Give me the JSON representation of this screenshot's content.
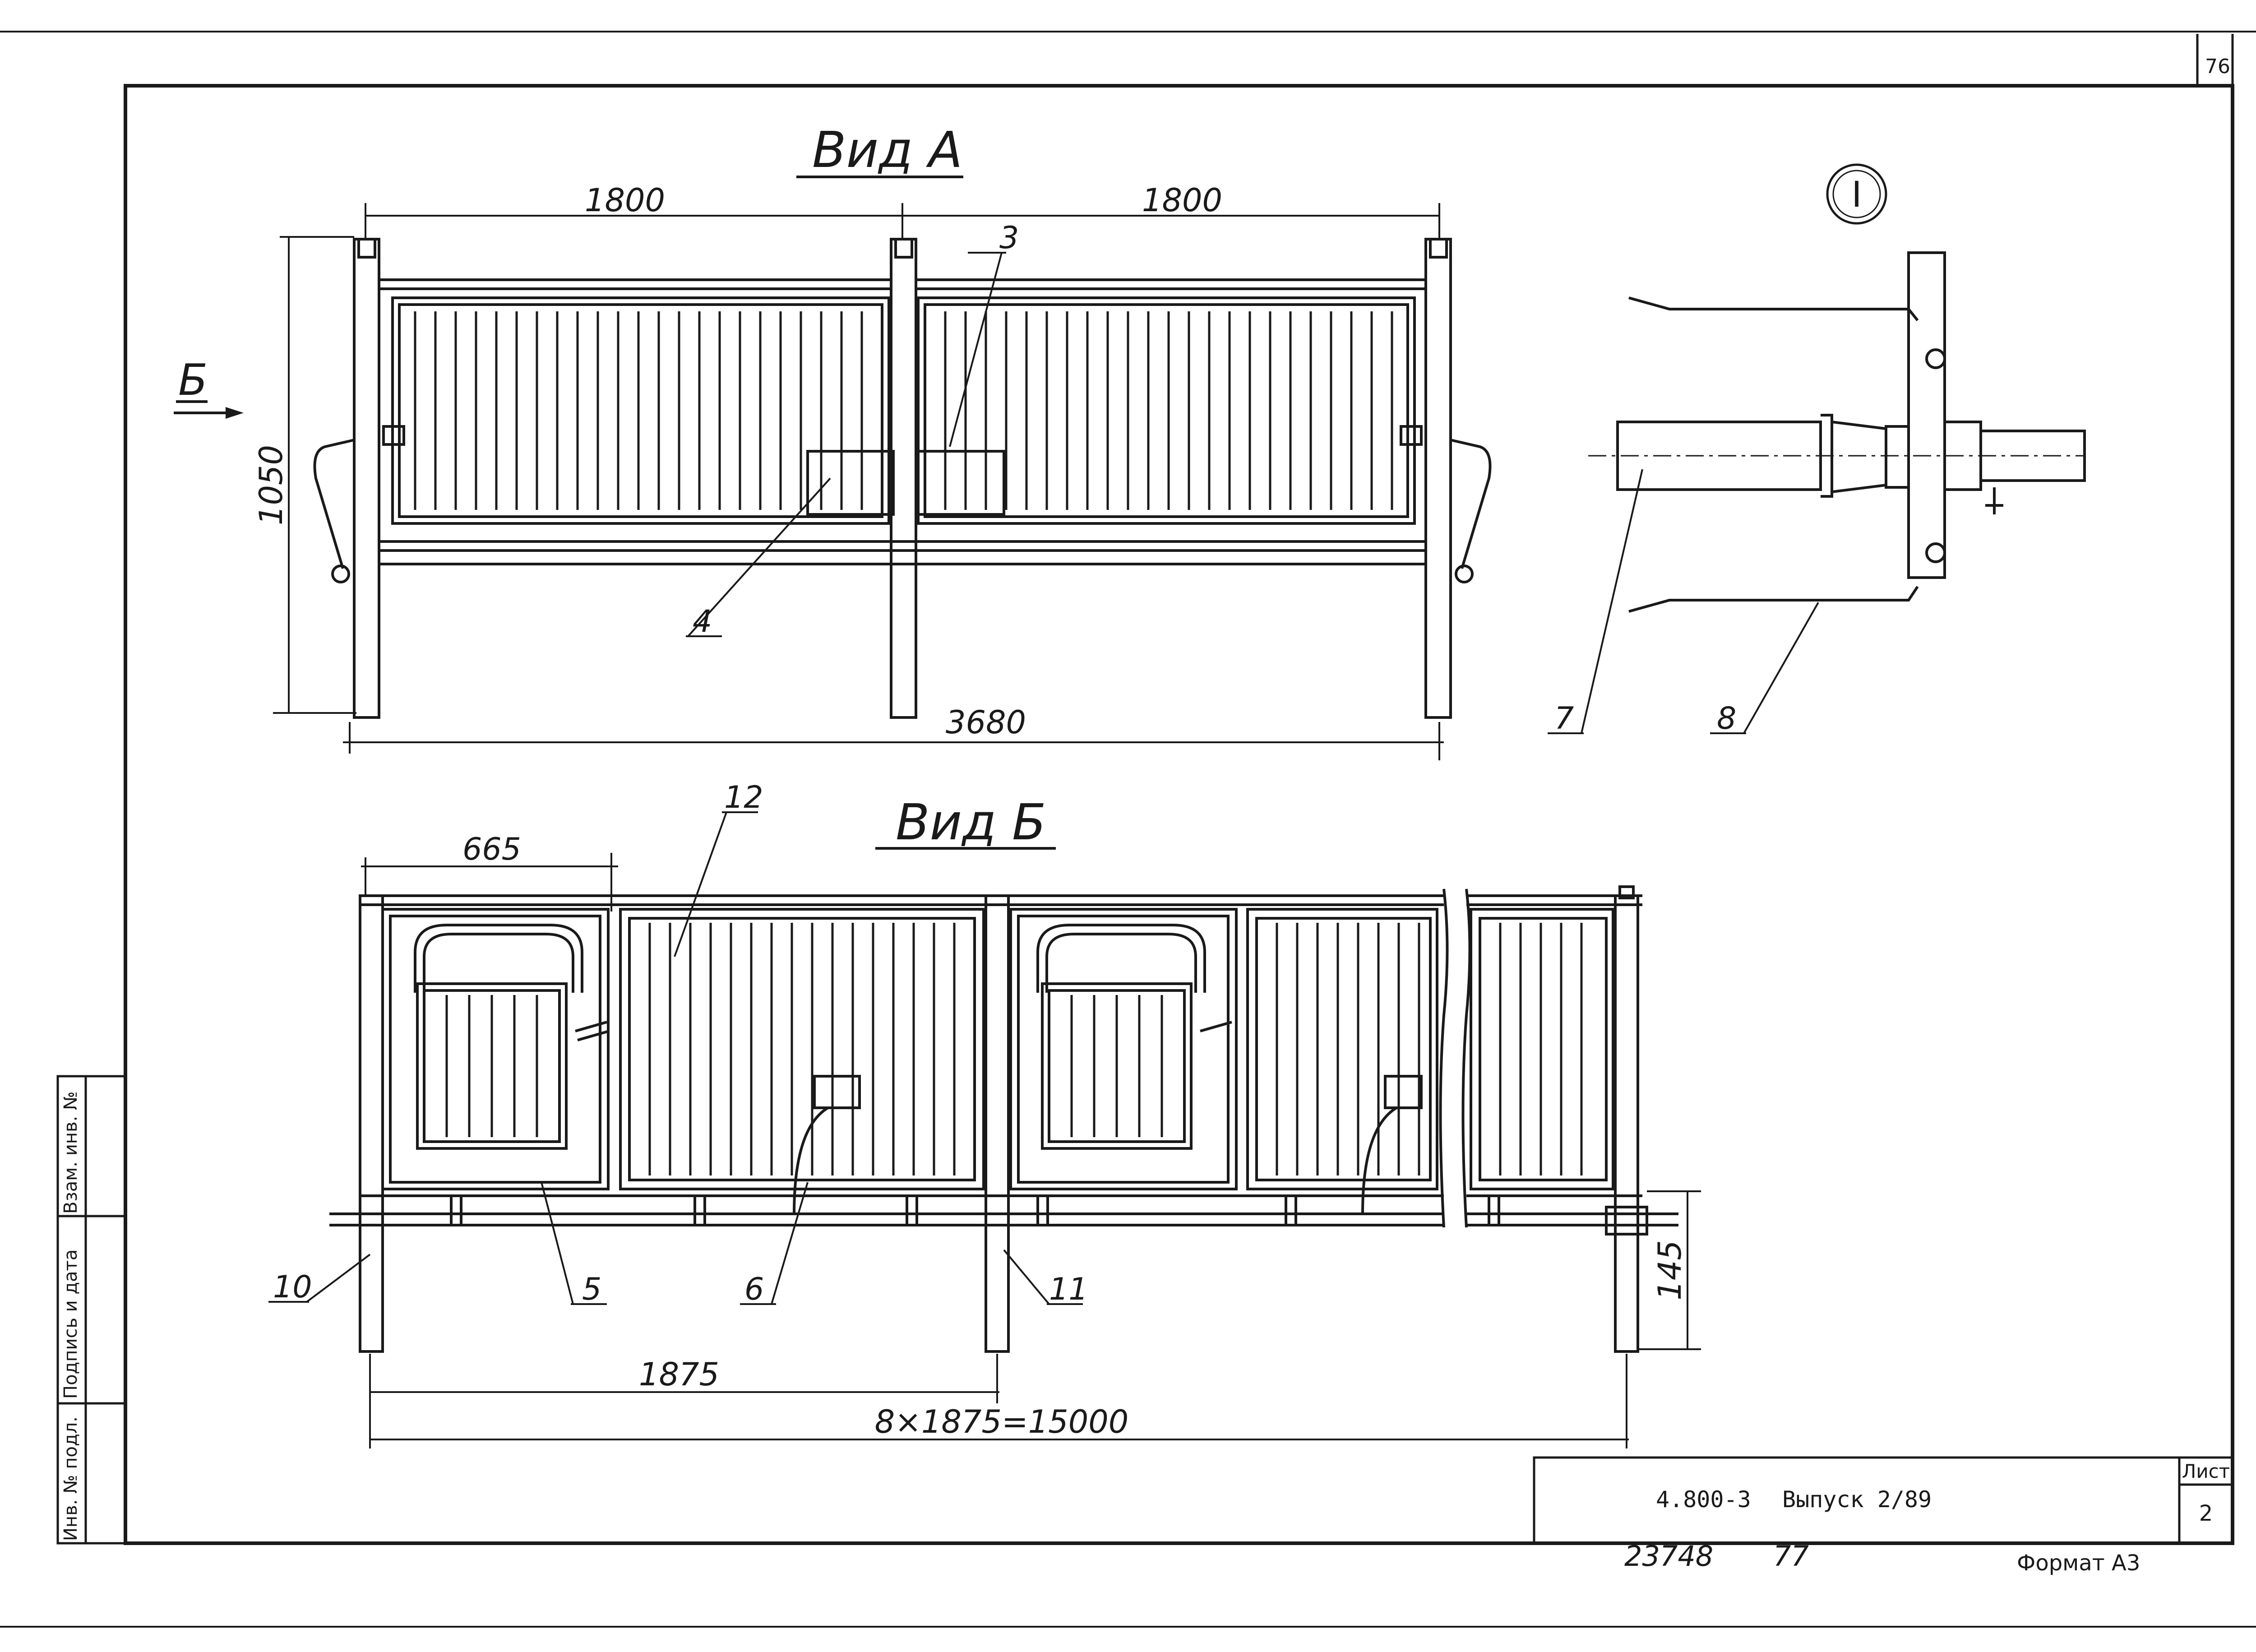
{
  "sheet": {
    "page_number": "76",
    "views": {
      "view_a": "Вид А",
      "view_b": "Вид Б",
      "detail": "I",
      "arrow_b": "Б"
    },
    "dimensions": {
      "a_span_left": "1800",
      "a_span_right": "1800",
      "a_height": "1050",
      "a_total": "3680",
      "b_gate_width": "665",
      "b_post_spacing": "1875",
      "b_total": "8×1875=15000",
      "b_height": "145"
    },
    "callouts": {
      "c3": "3",
      "c4": "4",
      "c5": "5",
      "c6": "6",
      "c7": "7",
      "c8": "8",
      "c10": "10",
      "c11": "11",
      "c12": "12"
    },
    "side_stamp": {
      "inv_podl": "Инв. № подл.",
      "podpis": "Подпись и дата",
      "vzam": "Взам. инв. №"
    },
    "title_block": {
      "designation": "4.800-3",
      "issue": "Выпуск 2/89",
      "sheet_label": "Лист",
      "sheet_number": "2"
    },
    "footer": {
      "doc_number": "23748",
      "page_ref": "77",
      "format": "Формат А3"
    }
  }
}
